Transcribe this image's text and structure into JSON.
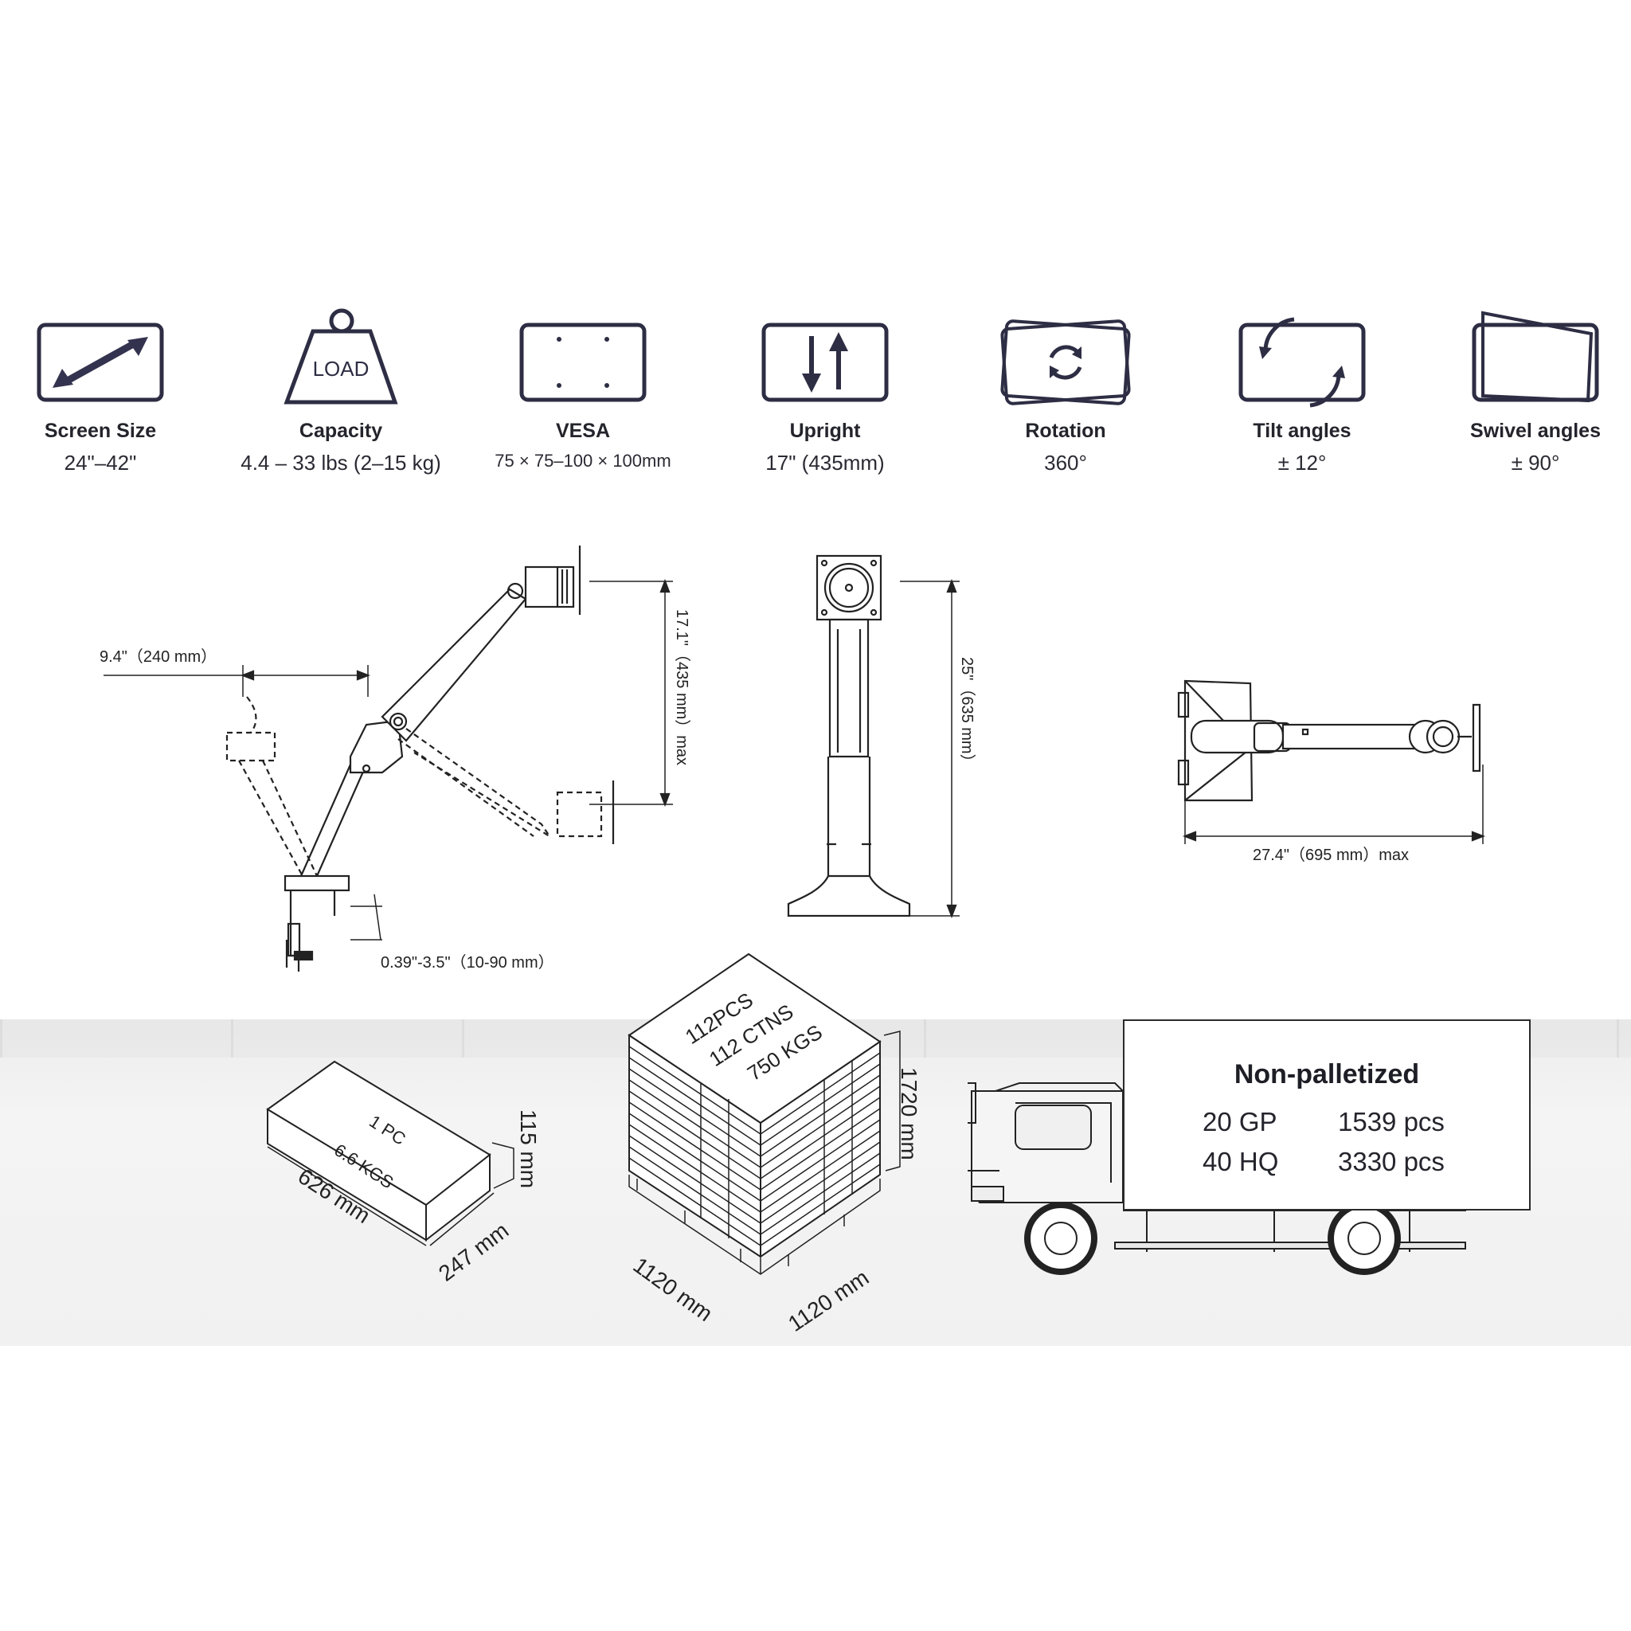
{
  "specs": [
    {
      "label": "Screen Size",
      "value": "24\"–42\"",
      "icon": "diagonal-arrow-icon"
    },
    {
      "label": "Capacity",
      "value": "4.4 – 33 lbs (2–15 kg)",
      "icon": "load-weight-icon",
      "icon_text": "LOAD"
    },
    {
      "label": "VESA",
      "value": "75 × 75–100 × 100mm",
      "icon": "vesa-holes-icon"
    },
    {
      "label": "Upright",
      "value": "17\" (435mm)",
      "icon": "up-down-arrows-icon"
    },
    {
      "label": "Rotation",
      "value": "360°",
      "icon": "rotation-icon"
    },
    {
      "label": "Tilt angles",
      "value": "± 12°",
      "icon": "tilt-icon"
    },
    {
      "label": "Swivel angles",
      "value": "± 90°",
      "icon": "swivel-icon"
    }
  ],
  "dimensions": {
    "side_reach": "9.4\"（240 mm）",
    "side_height": "17.1\"（435 mm）max",
    "clamp_range": "0.39\"-3.5\"（10-90 mm）",
    "pole_height": "25\"（635 mm）",
    "top_extension": "27.4\"（695 mm）max"
  },
  "carton": {
    "text_line1": "1 PC",
    "text_line2": "6.6  KGS",
    "length": "626 mm",
    "width": "247 mm",
    "height": "115 mm"
  },
  "pallet": {
    "text_line1": "112PCS",
    "text_line2": "112 CTNS",
    "text_line3": "750 KGS",
    "height": "1720 mm",
    "side_a": "1120 mm",
    "side_b": "1120 mm"
  },
  "shipping": {
    "title": "Non-palletized",
    "rows": [
      {
        "container": "20 GP",
        "qty": "1539 pcs"
      },
      {
        "container": "40 HQ",
        "qty": "3330 pcs"
      }
    ]
  }
}
